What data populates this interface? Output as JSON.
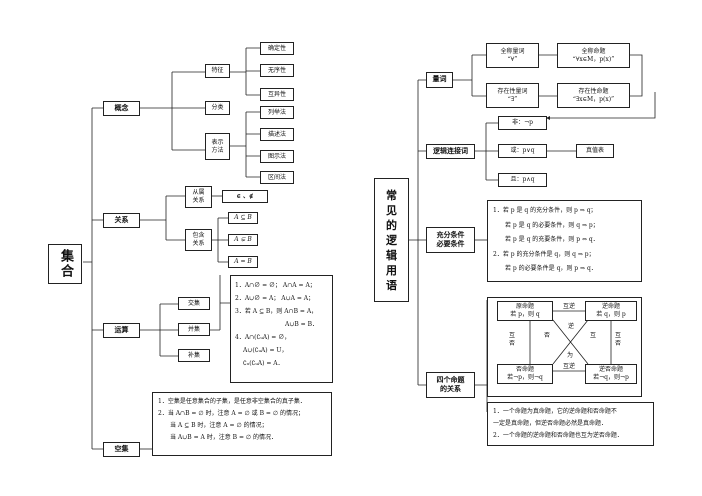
{
  "left": {
    "root": "集合",
    "concept": {
      "label": "概念",
      "features": {
        "label": "特征",
        "items": [
          "确定性",
          "无序性",
          "互异性"
        ]
      },
      "classify": "分类",
      "represent": {
        "label": "表示方法",
        "items": [
          "列举法",
          "描述法",
          "图示法",
          "区间法"
        ]
      }
    },
    "relation": {
      "label": "关系",
      "belong": {
        "label": "从属关系",
        "value": "∈ 、∉"
      },
      "include": {
        "label": "包含关系",
        "items": [
          "A ⊆ B",
          "A ⊊ B",
          "A = B"
        ]
      }
    },
    "operation": {
      "label": "运算",
      "ops": [
        "交集",
        "并集",
        "补集"
      ],
      "rules": [
        "1．A∩∅ = ∅；  A∩A = A；",
        "2．A∪∅ = A；  A∪A = A；",
        "3．若 A ⊆ B，则 A∩B = A，",
        "A∪B = B．",
        "4．A∩(∁ᵤA) = ∅，",
        "A∪(∁ᵤA) = U，",
        "∁ᵤ(∁ᵤA) = A．"
      ]
    },
    "empty": {
      "label": "空集",
      "lines": [
        "1．空集是任意集合的子集，是任意非空集合的真子集．",
        "2．当 A∩B = ∅ 时，注意 A = ∅ 或 B = ∅ 的情况；",
        "当 A ⊆ B 时，注意 A = ∅ 的情况；",
        "当 A∪B = A 时，注意 B = ∅ 的情况．"
      ]
    }
  },
  "right": {
    "root": [
      "常",
      "见",
      "的",
      "逻",
      "辑",
      "用",
      "语"
    ],
    "quantifier": {
      "label": "量词",
      "universal": [
        "全称量词",
        "“∀”"
      ],
      "universal_prop": [
        "全称命题",
        "“∀x∈M，p(x)”"
      ],
      "exist": [
        "存在性量词",
        "“∃”"
      ],
      "exist_prop": [
        "存在性命题",
        "“∃x∈M，p(x)”"
      ]
    },
    "connective": {
      "label": "逻辑连接词",
      "items": [
        "非：¬p",
        "或：p∨q",
        "且：p∧q"
      ],
      "truth": "真值表"
    },
    "condition": {
      "label": "充分条件必要条件",
      "lines": [
        "1．若 p 是 q 的充分条件，则 p ⇒ q；",
        "若 p 是 q 的必要条件，则 q ⇒ p；",
        "若 p 是 q 的充要条件，则 p ⇔ q．",
        "2．若 p 的充分条件是 q，则 q ⇒ p；",
        "若 p 的必要条件是 q，则 p ⇒ q．"
      ]
    },
    "four": {
      "label": "四个命题的关系",
      "original": [
        "原命题",
        "若 p，则 q"
      ],
      "converse": [
        "逆命题",
        "若 q，则 p"
      ],
      "inverse": [
        "否命题",
        "若¬p，则¬q"
      ],
      "contrapositive": [
        "逆否命题",
        "若¬q，则¬p"
      ],
      "mutual_inverse": "互逆",
      "mutual_negation": "互否",
      "mutual_contra": [
        "逆",
        "否",
        "互",
        "为"
      ],
      "notes": [
        "1．一个命题为真命题，它的逆命题和否命题不",
        "一定是真命题，但逆否命题必然是真命题．",
        "2．一个命题的逆命题和否命题也互为逆否命题．"
      ]
    }
  }
}
